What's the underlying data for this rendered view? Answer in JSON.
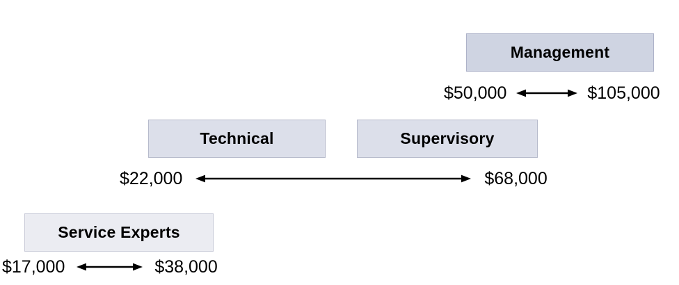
{
  "canvas": {
    "background": "#ffffff"
  },
  "colors": {
    "arrow": "#000000",
    "text": "#000000"
  },
  "rows": [
    {
      "boxes": [
        {
          "label": "Management",
          "fill": "#cfd4e2",
          "border": "#aeb3c9"
        }
      ],
      "range": {
        "min": "$50,000",
        "max": "$105,000"
      }
    },
    {
      "boxes": [
        {
          "label": "Technical",
          "fill": "#dcdfea",
          "border": "#b6bacb"
        },
        {
          "label": "Supervisory",
          "fill": "#dcdfea",
          "border": "#b6bacb"
        }
      ],
      "range": {
        "min": "$22,000",
        "max": "$68,000"
      }
    },
    {
      "boxes": [
        {
          "label": "Service Experts",
          "fill": "#ebecf2",
          "border": "#c8cad8"
        }
      ],
      "range": {
        "min": "$17,000",
        "max": "$38,000"
      }
    }
  ]
}
